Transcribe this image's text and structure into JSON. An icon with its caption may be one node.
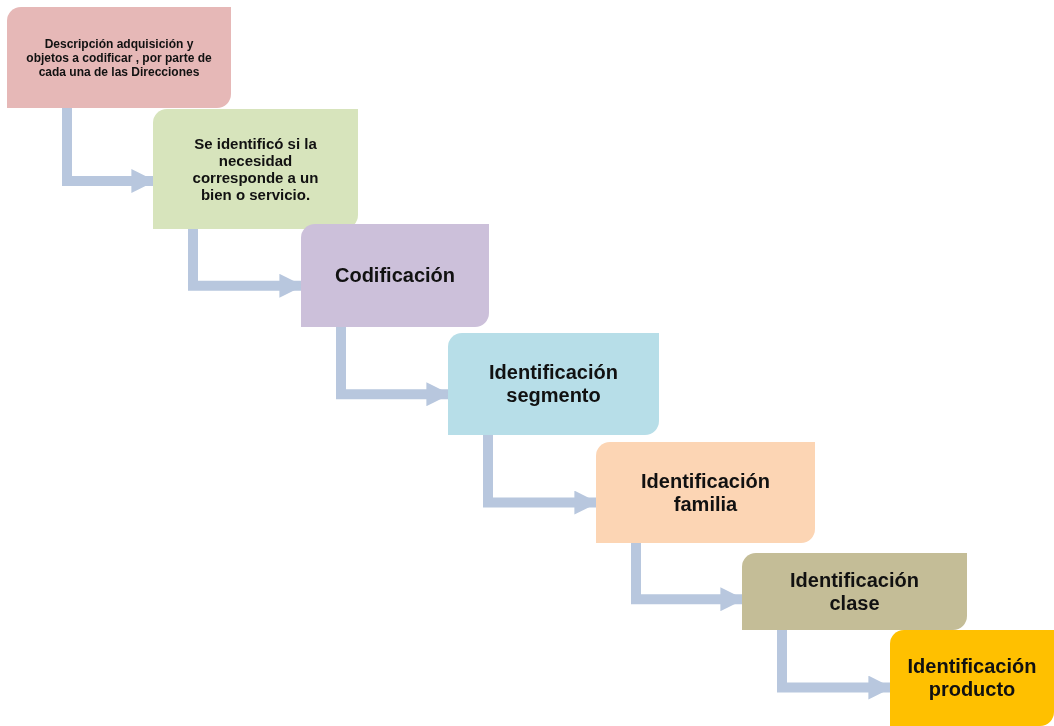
{
  "diagram": {
    "nodes": [
      {
        "text": [
          "Descripción adquisición y objetos a codificar , por parte de cada una de las Direcciones"
        ]
      },
      {
        "text": [
          "Se identificó si la necesidad corresponde a  un bien o servicio."
        ]
      },
      {
        "text": [
          "Codificación"
        ]
      },
      {
        "text": [
          "Identificación segmento"
        ]
      },
      {
        "text": [
          "Identificación familia"
        ]
      },
      {
        "text": [
          "Identificación clase"
        ]
      },
      {
        "text": [
          "Identificación producto"
        ]
      }
    ],
    "edges": [
      {
        "from": 0,
        "to": 1,
        "arrow": "to"
      },
      {
        "from": 1,
        "to": 2,
        "arrow": "to"
      },
      {
        "from": 2,
        "to": 3,
        "arrow": "to"
      },
      {
        "from": 3,
        "to": 4,
        "arrow": "to"
      },
      {
        "from": 4,
        "to": 5,
        "arrow": "to"
      },
      {
        "from": 5,
        "to": 6,
        "arrow": "to"
      }
    ]
  }
}
